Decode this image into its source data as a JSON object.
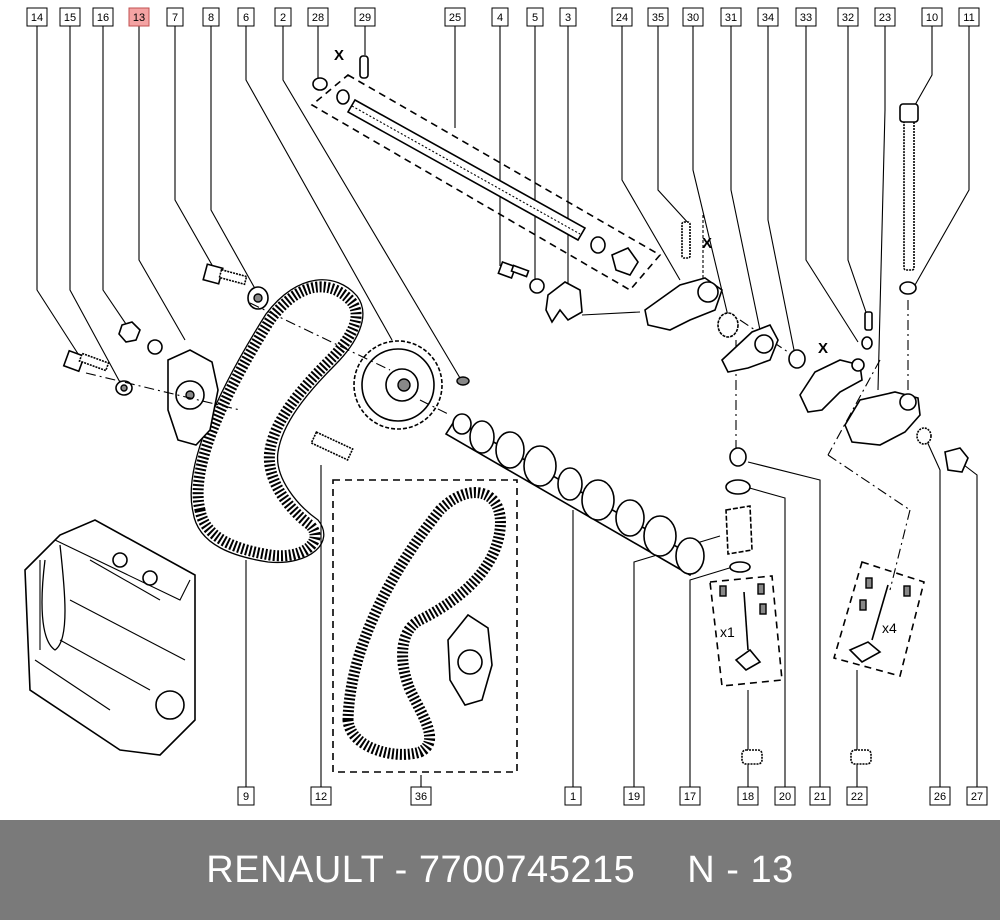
{
  "callouts": {
    "top": [
      {
        "id": "c14",
        "label": "14"
      },
      {
        "id": "c15",
        "label": "15"
      },
      {
        "id": "c16",
        "label": "16"
      },
      {
        "id": "c13",
        "label": "13",
        "highlight": true
      },
      {
        "id": "c7",
        "label": "7"
      },
      {
        "id": "c8",
        "label": "8"
      },
      {
        "id": "c6",
        "label": "6"
      },
      {
        "id": "c2",
        "label": "2"
      },
      {
        "id": "c28",
        "label": "28"
      },
      {
        "id": "c29",
        "label": "29"
      },
      {
        "id": "c25",
        "label": "25"
      },
      {
        "id": "c4",
        "label": "4"
      },
      {
        "id": "c5",
        "label": "5"
      },
      {
        "id": "c3",
        "label": "3"
      },
      {
        "id": "c24",
        "label": "24"
      },
      {
        "id": "c35",
        "label": "35"
      },
      {
        "id": "c30",
        "label": "30"
      },
      {
        "id": "c31",
        "label": "31"
      },
      {
        "id": "c34",
        "label": "34"
      },
      {
        "id": "c33",
        "label": "33"
      },
      {
        "id": "c32",
        "label": "32"
      },
      {
        "id": "c23",
        "label": "23"
      },
      {
        "id": "c10",
        "label": "10"
      },
      {
        "id": "c11",
        "label": "11"
      }
    ],
    "bottom": [
      {
        "id": "c9",
        "label": "9"
      },
      {
        "id": "c12",
        "label": "12"
      },
      {
        "id": "c36",
        "label": "36"
      },
      {
        "id": "c1",
        "label": "1"
      },
      {
        "id": "c19",
        "label": "19"
      },
      {
        "id": "c17",
        "label": "17"
      },
      {
        "id": "c18",
        "label": "18"
      },
      {
        "id": "c20",
        "label": "20"
      },
      {
        "id": "c21",
        "label": "21"
      },
      {
        "id": "c22",
        "label": "22"
      },
      {
        "id": "c26",
        "label": "26"
      },
      {
        "id": "c27",
        "label": "27"
      }
    ]
  },
  "annotations": {
    "x_mark": "X",
    "qty_single": "x1",
    "qty_four": "x4"
  },
  "footer": {
    "brand_part": "RENAULT - 7700745215",
    "ref": "N - 13"
  },
  "colors": {
    "highlight_fill": "#f4a3a3",
    "footer_bg": "#7a7a7a",
    "footer_text": "#ffffff"
  }
}
